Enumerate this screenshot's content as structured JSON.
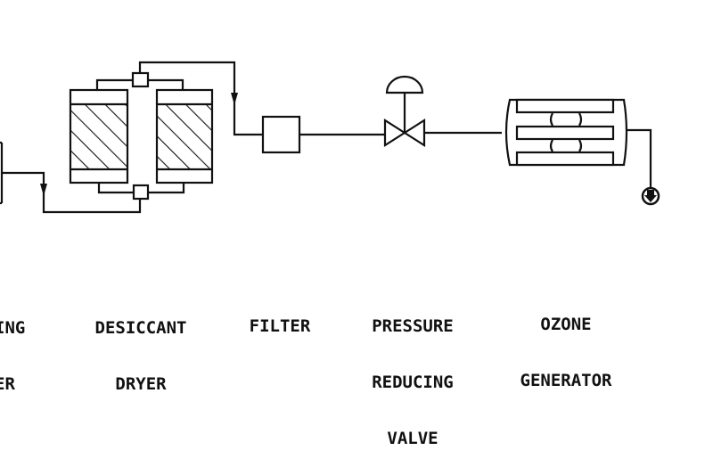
{
  "diagram": {
    "type": "process-flow",
    "stroke_color": "#111111",
    "background": "#ffffff",
    "components": [
      {
        "id": "compressor",
        "label_lines": [
          "ING",
          "ER"
        ],
        "partial": true
      },
      {
        "id": "desiccant-dryer",
        "label_lines": [
          "DESICCANT",
          "DRYER"
        ]
      },
      {
        "id": "filter",
        "label_lines": [
          "FILTER"
        ]
      },
      {
        "id": "pressure-reducing-valve",
        "label_lines": [
          "PRESSURE",
          "REDUCING",
          "VALVE"
        ]
      },
      {
        "id": "ozone-generator",
        "label_lines": [
          "OZONE",
          "GENERATOR"
        ]
      }
    ],
    "flow": [
      "compressor",
      "desiccant-dryer",
      "filter",
      "pressure-reducing-valve",
      "ozone-generator",
      "outlet"
    ]
  }
}
